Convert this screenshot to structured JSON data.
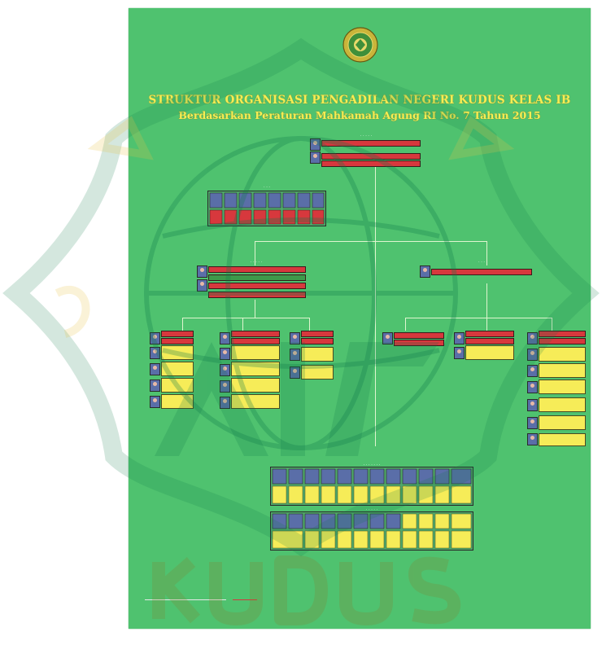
{
  "poster": {
    "title": "STRUKTUR ORGANISASI PENGADILAN NEGERI KUDUS KELAS IB",
    "subtitle": "Berdasarkan Peraturan Mahkamah Agung RI No. 7 Tahun 2015"
  },
  "watermark": {
    "text": "KUDUS"
  },
  "colors": {
    "poster_green": "#4fc26f",
    "title_yellow": "#f4ee55",
    "box_red": "#d7383d",
    "box_yellow": "#f6ec58"
  }
}
